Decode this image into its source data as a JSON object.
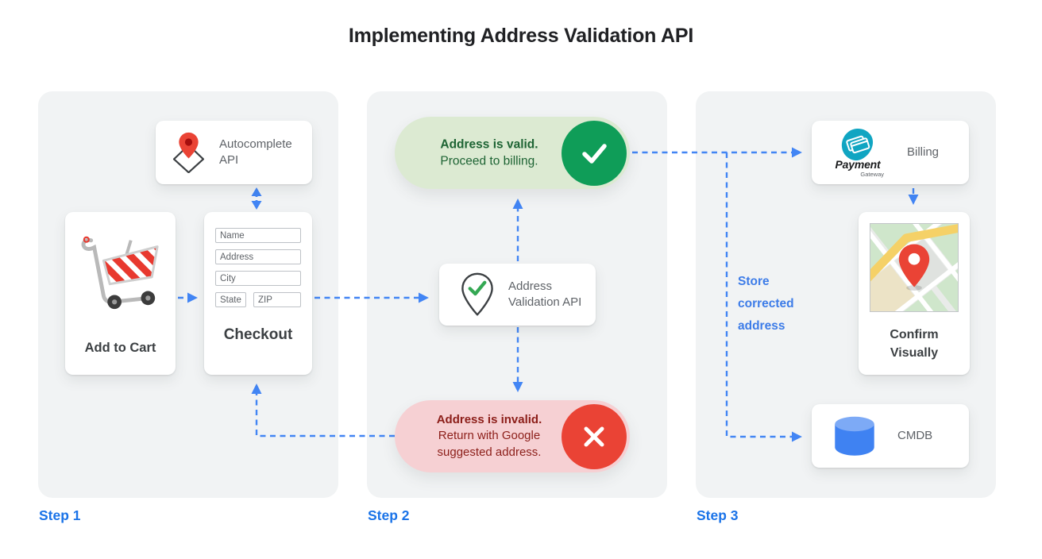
{
  "title": "Implementing Address Validation API",
  "steps": {
    "step1_label": "Step 1",
    "step2_label": "Step 2",
    "step3_label": "Step 3"
  },
  "step1": {
    "autocomplete_card": {
      "label": "Autocomplete API",
      "icon": "map-pin-diamond-icon"
    },
    "cart_card": {
      "label": "Add to Cart",
      "icon": "shopping-cart-icon"
    },
    "checkout_card": {
      "label": "Checkout",
      "field_name": "Name",
      "field_address": "Address",
      "field_city": "City",
      "field_state": "State",
      "field_zip": "ZIP"
    }
  },
  "step2": {
    "valid_pill": {
      "title": "Address is valid.",
      "subtitle": "Proceed to billing.",
      "icon": "check-icon"
    },
    "validation_card": {
      "label": "Address Validation API",
      "icon": "map-pin-check-icon"
    },
    "invalid_pill": {
      "title": "Address is invalid.",
      "subtitle": "Return with Google suggested address.",
      "icon": "x-icon"
    }
  },
  "step3": {
    "billing_card": {
      "label": "Billing",
      "logo_title": "Payment",
      "logo_subtitle": "Gateway",
      "icon": "payment-gateway-icon"
    },
    "store_note": "Store corrected address",
    "confirm_card": {
      "label": "Confirm Visually",
      "icon": "map-thumbnail"
    },
    "cmdb_card": {
      "label": "CMDB",
      "icon": "database-icon"
    }
  },
  "colors": {
    "accent_blue": "#1a73e8",
    "arrow_blue": "#4285f4",
    "valid_green": "#0f9d58",
    "valid_bg": "#dcead2",
    "invalid_red": "#ea4335",
    "invalid_bg": "#f6d0d3",
    "panel_gray": "#f1f3f4"
  }
}
